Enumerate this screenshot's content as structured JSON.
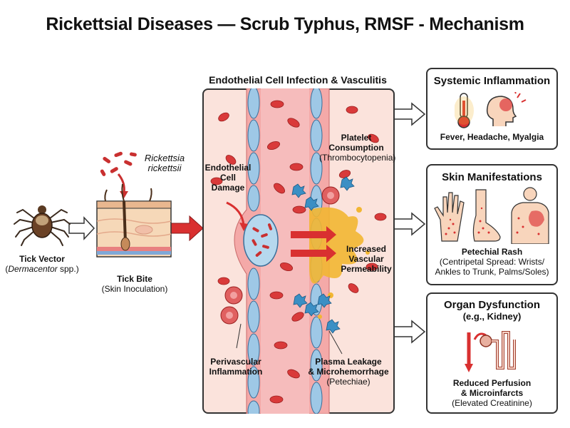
{
  "title": "Rickettsial Diseases — Scrub Typhus, RMSF - Mechanism",
  "tick": {
    "heading": "Tick Vector",
    "genus": "Dermacentor",
    "suffix": " spp.)",
    "open_paren": "("
  },
  "bite": {
    "organism_line1": "Rickettsia",
    "organism_line2": "rickettsii",
    "heading": "Tick Bite",
    "subtext": "(Skin Inoculation)"
  },
  "center": {
    "heading": "Endothelial Cell Infection & Vasculitis",
    "endo_damage": [
      "Endothelial",
      "Cell",
      "Damage"
    ],
    "platelet_heading": [
      "Platelet",
      "Consumption"
    ],
    "platelet_sub": "(Thrombocytopenia)",
    "permeability": [
      "Increased",
      "Vascular",
      "Permeability"
    ],
    "perivascular": [
      "Perivascular",
      "Inflammation"
    ],
    "plasma_heading": [
      "Plasma Leakage",
      "& Microhemorrhage"
    ],
    "plasma_sub": "(Petechiae)"
  },
  "systemic": {
    "heading": "Systemic Inflammation",
    "caption": "Fever, Headache, Myalgia"
  },
  "skin": {
    "heading": "Skin Manifestations",
    "caption_bold": "Petechial Rash",
    "caption_lines": [
      "(Centripetal Spread: Wrists/",
      "Ankles to Trunk, Palms/Soles)"
    ]
  },
  "organ": {
    "heading_line1": "Organ Dysfunction",
    "heading_line2": "(e.g., Kidney)",
    "caption_bold": [
      "Reduced Perfusion",
      "& Microinfarcts"
    ],
    "caption_sub": "(Elevated Creatinine)"
  },
  "colors": {
    "vessel_wall": "#f4a9a8",
    "endothelium": "#9ec8e6",
    "rbc": "#d93a3a",
    "platelet": "#3b8fc4",
    "leak": "#f2b632",
    "arrow_red": "#d93030",
    "box_bg": "#fbe3dc"
  }
}
